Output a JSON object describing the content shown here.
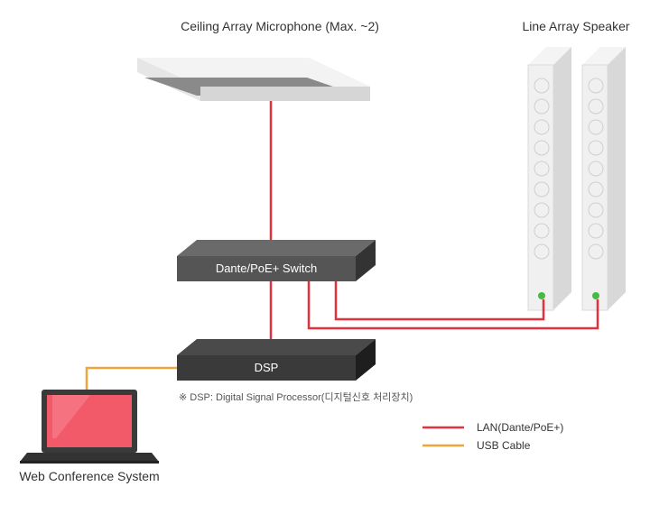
{
  "labels": {
    "microphone": "Ceiling Array Microphone (Max. ~2)",
    "speaker": "Line Array Speaker",
    "switch": "Dante/PoE+ Switch",
    "dsp": "DSP",
    "dsp_note": "※ DSP: Digital Signal Processor(디지털신호 처리장치)",
    "laptop": "Web Conference System"
  },
  "legend": [
    {
      "label": "LAN(Dante/PoE+)",
      "color": "#e2323c"
    },
    {
      "label": "USB Cable",
      "color": "#f0a43c"
    }
  ],
  "colors": {
    "lan": "#e2323c",
    "usb": "#f0a43c",
    "device_dark": "#4a4a4a",
    "speaker_led": "#44bb44",
    "laptop_screen": "#f25a6a"
  }
}
